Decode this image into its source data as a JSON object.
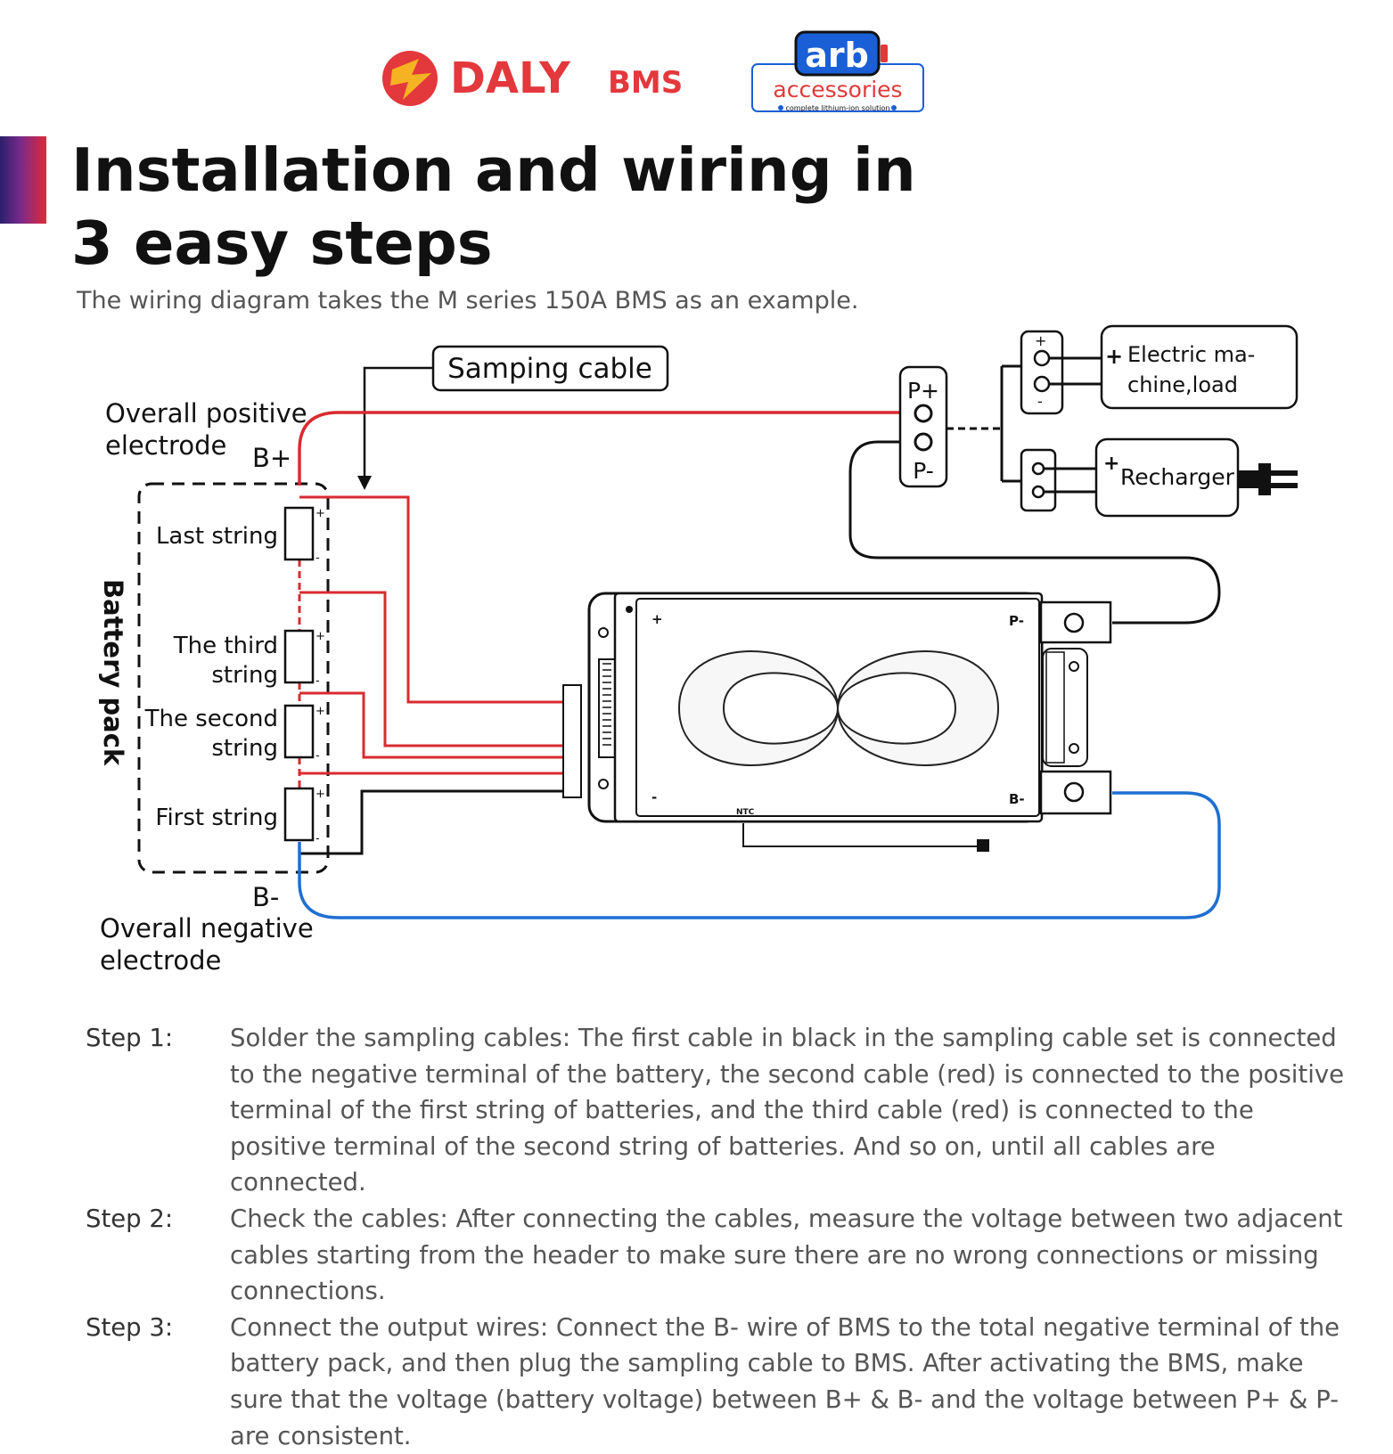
{
  "header": {
    "brand_name": "DALY",
    "brand_suffix": "BMS",
    "partner_logo_name": "arb",
    "partner_logo_word": "accessories",
    "partner_logo_tagline": "complete lithium-ion solution"
  },
  "title_line1": "Installation and wiring in",
  "title_line2": "3 easy steps",
  "subtitle": "The wiring diagram takes the M series 150A BMS as an example.",
  "diagram": {
    "sampling_cable_label": "Samping cable",
    "overall_positive_line1": "Overall positive",
    "overall_positive_line2": "electrode",
    "b_plus": "B+",
    "b_minus": "B-",
    "overall_negative_line1": "Overall negative",
    "overall_negative_line2": "electrode",
    "battery_pack_label": "Battery pack",
    "strings": {
      "last": "Last string",
      "third_line1": "The third",
      "third_line2": "string",
      "second_line1": "The second",
      "second_line2": "string",
      "first": "First string"
    },
    "port": {
      "p_plus": "P+",
      "p_minus": "P-"
    },
    "load_line1": "Electric ma-",
    "load_line2": "chine,load",
    "recharger": "Recharger",
    "plus": "+",
    "minus": "-",
    "bms_terminals": {
      "plus": "+",
      "minus": "-",
      "p_minus": "P-",
      "b_minus": "B-",
      "ntc": "NTC"
    },
    "colors": {
      "positive": "#d92b30",
      "negative": "#1e6fd1",
      "wire": "#111111"
    }
  },
  "steps": [
    {
      "label": "Step 1:",
      "text": "Solder the sampling cables: The first cable in black in the sampling cable set is connected to the negative terminal of the battery, the second cable (red) is connected to the positive terminal of the first string of batteries, and the third cable (red) is connected to the positive terminal of the second string of batteries. And so on, until all cables are connected."
    },
    {
      "label": "Step 2:",
      "text": "Check the cables: After connecting the cables, measure the voltage between two adjacent cables starting from the header to make sure there are no wrong connections or missing connections."
    },
    {
      "label": "Step 3:",
      "text": "Connect the output wires: Connect the B- wire of BMS to the total negative terminal of the battery pack, and then plug the sampling cable to BMS. After activating the BMS, make sure that the voltage (battery voltage) between B+ & B- and the voltage between P+ & P- are consistent."
    }
  ]
}
